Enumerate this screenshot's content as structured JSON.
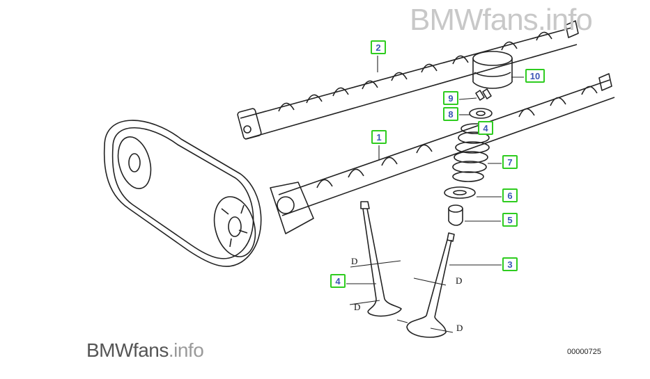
{
  "watermark_top": "BMWfans.info",
  "watermark_bottom": {
    "brand": "BMWfans",
    "suffix": ".info"
  },
  "part_number": "00000725",
  "dimension_label": "D",
  "callouts": [
    "2",
    "10",
    "9",
    "8",
    "4",
    "1",
    "7",
    "6",
    "5",
    "3",
    "4"
  ]
}
